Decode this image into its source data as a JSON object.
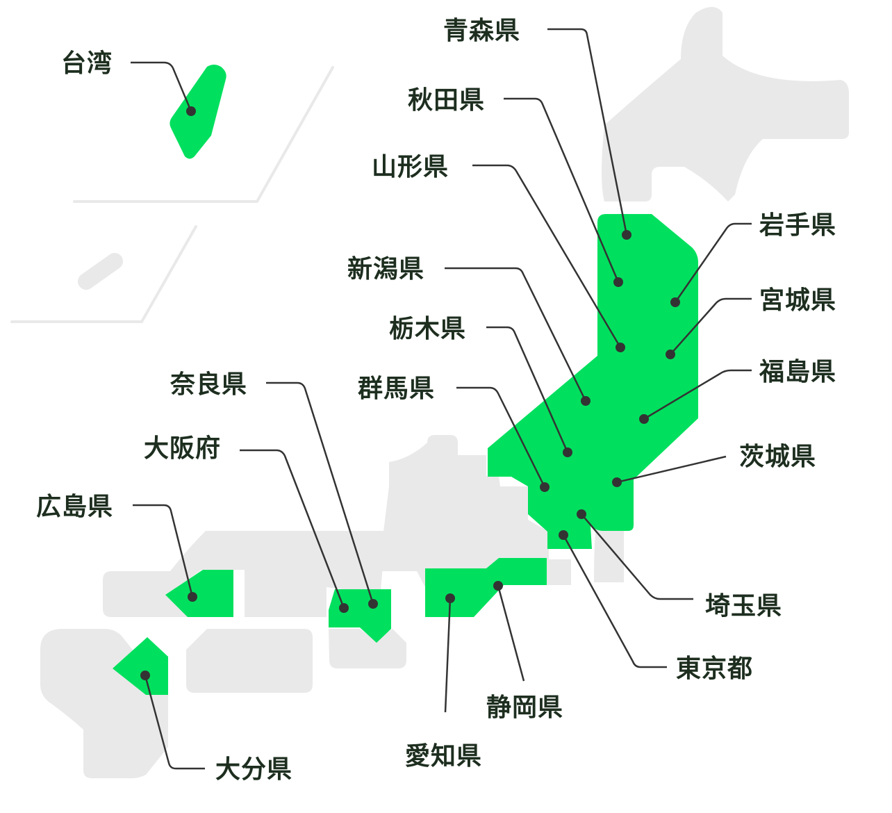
{
  "colors": {
    "highlight": "#00e05e",
    "land": "#e9e9e9",
    "divider": "#e9e9e9",
    "line": "#333333",
    "text": "#1d2e1f",
    "dot": "#333333"
  },
  "labels": {
    "taiwan": "台湾",
    "aomori": "青森県",
    "akita": "秋田県",
    "yamagata": "山形県",
    "iwate": "岩手県",
    "miyagi": "宮城県",
    "niigata": "新潟県",
    "tochigi": "栃木県",
    "fukushima": "福島県",
    "gunma": "群馬県",
    "nara": "奈良県",
    "ibaraki": "茨城県",
    "osaka": "大阪府",
    "hiroshima": "広島県",
    "saitama": "埼玉県",
    "tokyo": "東京都",
    "shizuoka": "静岡県",
    "oita": "大分県",
    "aichi": "愛知県"
  }
}
